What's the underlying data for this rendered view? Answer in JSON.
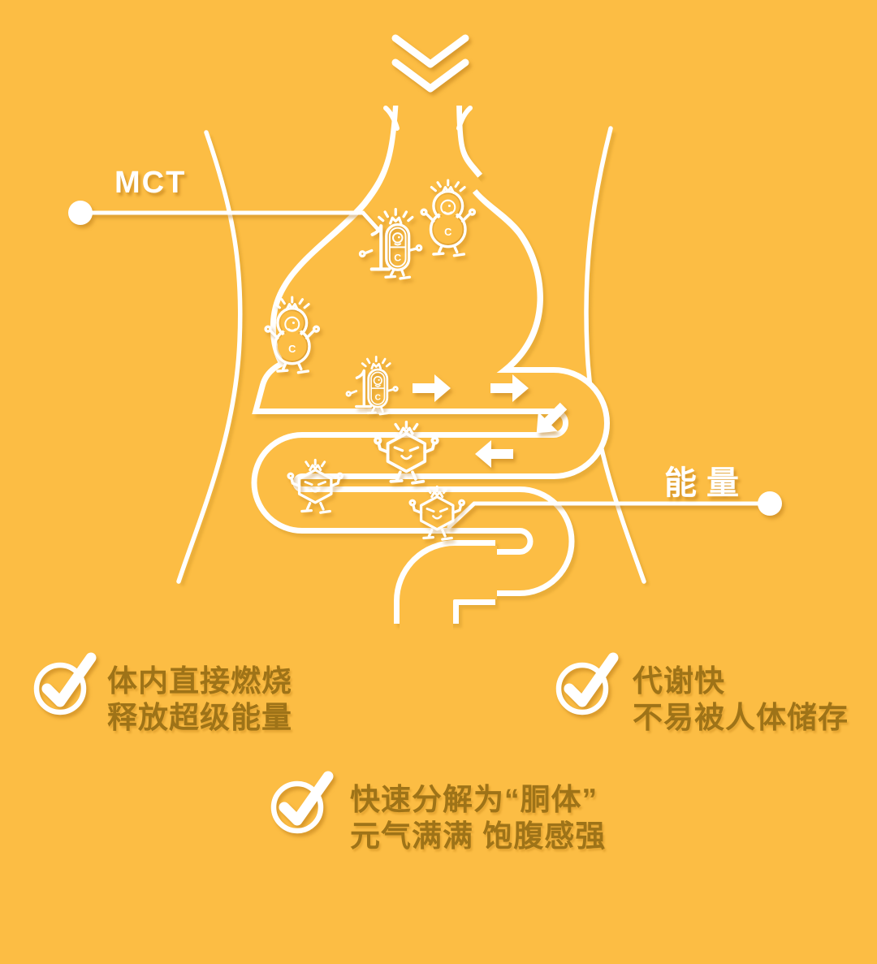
{
  "title": "MCT digestion energy infographic",
  "colors": {
    "background": "#FCBD44",
    "line_white": "#FFFFFF",
    "text_brown": "#9E7318",
    "shadow": "#D39A2B"
  },
  "labels": {
    "input": "MCT",
    "output": "能量"
  },
  "mascots": {
    "number": "10",
    "letter": "C"
  },
  "bullets": [
    {
      "line1": "体内直接燃烧",
      "line2": "释放超级能量"
    },
    {
      "line1": "代谢快",
      "line2": "不易被人体储存"
    },
    {
      "line1": "快速分解为“胴体”",
      "line2": "元气满满 饱腹感强"
    }
  ]
}
